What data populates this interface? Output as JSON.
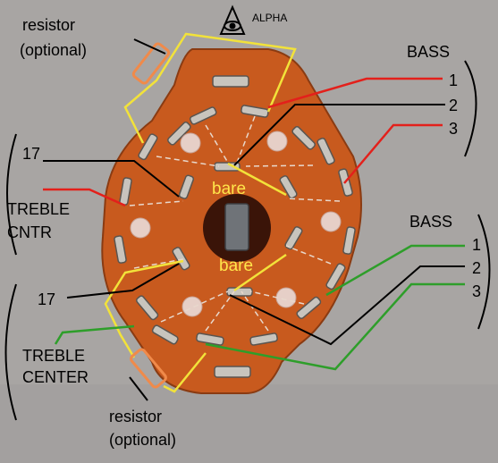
{
  "labels": {
    "alpha": "ALPHA",
    "resistor_top_1": "resistor",
    "resistor_top_2": "(optional)",
    "bass_top": "BASS",
    "bass_top_1": "1",
    "bass_top_2": "2",
    "bass_top_3": "3",
    "bass_bottom": "BASS",
    "bass_bottom_1": "1",
    "bass_bottom_2": "2",
    "bass_bottom_3": "3",
    "n17_top": "17",
    "treble_cntr_1": "TREBLE",
    "treble_cntr_2": "CNTR",
    "bare_top": "bare",
    "bare_bottom": "bare",
    "n17_bottom": "17",
    "treble_center_1": "TREBLE",
    "treble_center_2": "CENTER",
    "resistor_bottom_1": "resistor",
    "resistor_bottom_2": "(optional)"
  },
  "colors": {
    "background": "#a8a5a3",
    "wafer": "#c85a1e",
    "wire_yellow": "#f2e23a",
    "wire_red": "#e3201b",
    "wire_green": "#2e9e2a",
    "wire_black": "#000000",
    "resistor": "#f08a4a"
  }
}
